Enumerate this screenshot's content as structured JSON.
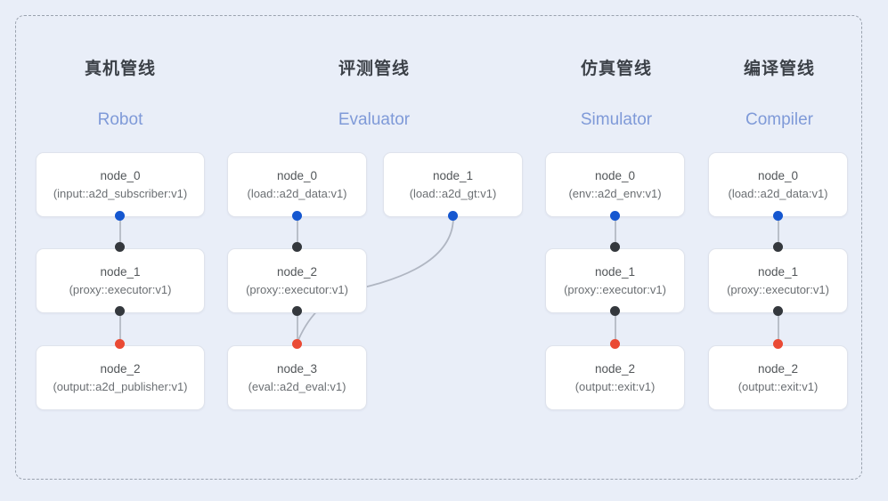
{
  "diagram": {
    "background_color": "#e9eef8",
    "frame_border_color": "#9aa2ae",
    "title_color": "#3c4148",
    "subtitle_color": "#7f9ad8",
    "port_colors": {
      "input": "#34383d",
      "output": "#1557d0",
      "terminal": "#ea4a34"
    },
    "columns": [
      {
        "title": "真机管线",
        "subtitle": "Robot",
        "nodes": [
          {
            "name": "node_0",
            "spec": "(input::a2d_subscriber:v1)"
          },
          {
            "name": "node_1",
            "spec": "(proxy::executor:v1)"
          },
          {
            "name": "node_2",
            "spec": "(output::a2d_publisher:v1)"
          }
        ]
      },
      {
        "title": "评测管线",
        "subtitle": "Evaluator",
        "nodes": [
          {
            "name": "node_0",
            "spec": "(load::a2d_data:v1)"
          },
          {
            "name": "node_2",
            "spec": "(proxy::executor:v1)"
          },
          {
            "name": "node_3",
            "spec": "(eval::a2d_eval:v1)"
          }
        ],
        "side_nodes": [
          {
            "name": "node_1",
            "spec": "(load::a2d_gt:v1)"
          }
        ]
      },
      {
        "title": "仿真管线",
        "subtitle": "Simulator",
        "nodes": [
          {
            "name": "node_0",
            "spec": "(env::a2d_env:v1)"
          },
          {
            "name": "node_1",
            "spec": "(proxy::executor:v1)"
          },
          {
            "name": "node_2",
            "spec": "(output::exit:v1)"
          }
        ]
      },
      {
        "title": "编译管线",
        "subtitle": "Compiler",
        "nodes": [
          {
            "name": "node_0",
            "spec": "(load::a2d_data:v1)"
          },
          {
            "name": "node_1",
            "spec": "(proxy::executor:v1)"
          },
          {
            "name": "node_2",
            "spec": "(output::exit:v1)"
          }
        ]
      }
    ]
  }
}
